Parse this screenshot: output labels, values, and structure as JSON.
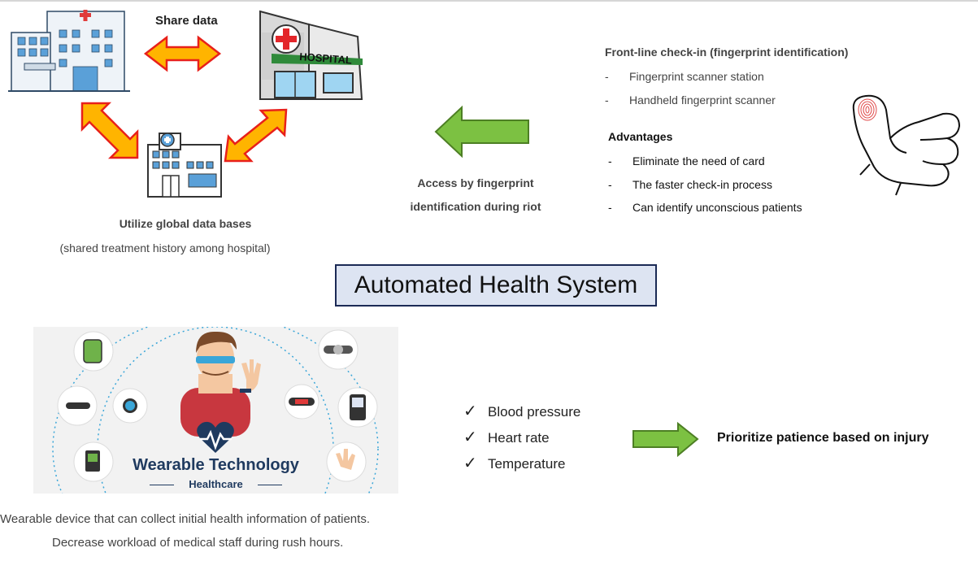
{
  "share": {
    "label": "Share data"
  },
  "global_db": {
    "title": "Utilize global data bases",
    "subtitle": "(shared treatment history among hospital)"
  },
  "hospital_sign": "HOSPITAL",
  "fingerprint_access": {
    "line1": "Access by fingerprint",
    "line2": "identification during riot"
  },
  "checkin": {
    "heading": "Front-line check-in (fingerprint identification)",
    "items": [
      "Fingerprint scanner station",
      "Handheld fingerprint scanner"
    ],
    "dash": "-"
  },
  "advantages": {
    "heading": "Advantages",
    "items": [
      "Eliminate the need of card",
      "The faster check-in process",
      "Can identify unconscious patients"
    ]
  },
  "main_title": "Automated Health System",
  "wearable": {
    "title": "Wearable Technology",
    "subtitle": "Healthcare",
    "desc1": "Wearable device that can collect initial health information of patients.",
    "desc2": "Decrease workload of medical staff during rush hours."
  },
  "vitals": {
    "check": "✓",
    "items": [
      "Blood pressure",
      "Heart rate",
      "Temperature"
    ]
  },
  "priority": {
    "label": "Prioritize patience based on injury"
  },
  "colors": {
    "arrow_orange": "#ffb400",
    "arrow_red": "#e8201a",
    "arrow_green": "#7cc142",
    "arrow_green_dark": "#4d7f24",
    "title_bg": "#dde4f2",
    "title_border": "#1b2a55",
    "navy": "#1f3a5f"
  }
}
